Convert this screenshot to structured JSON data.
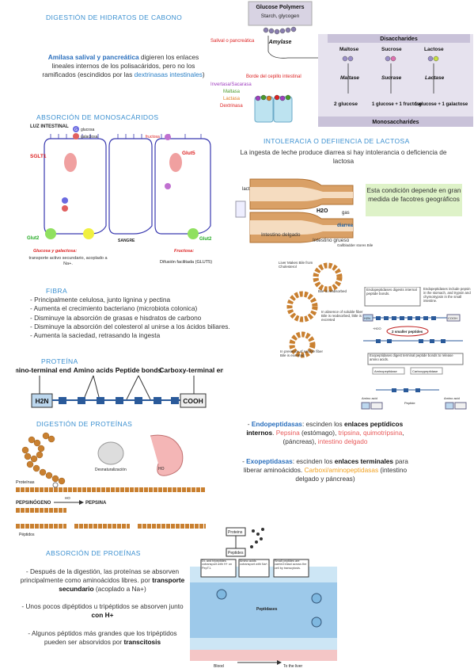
{
  "sections": {
    "digestion_hc": {
      "title": "DIGESTIÓN DE HIDRATOS DE CABONO",
      "amilasa_term": "Amilasa salival y pancreática",
      "amilasa_text": " digieren los enlaces lineales internos de los polisacáridos, pero no los ramificados (escindidos por las ",
      "dextrinasas_term": "dextrinasas intestinales",
      "closing": ")"
    },
    "absorcion_mono": {
      "title": "ABSORCIÓN DE MONOSACÁRIDOS"
    },
    "intolerancia": {
      "title": "INTOLERACIA O DEFIIENCIA DE LACTOSA",
      "text": "La ingesta de leche produce diarrea si hay intolerancia o deficiencia de lactosa",
      "callout": "Esta condición depende en gran medida de facotres geográficos"
    },
    "fibra": {
      "title": "FIBRA",
      "items": [
        "- Principalmente celulosa, junto  lignina y pectina",
        "- Aumenta el crecimiento bacteriano (microbiota colonica)",
        "- Disminuye la absorción de grasas e hisdratos de carbono",
        "- Disminuye la absorción del colesterol al unirse a los ácidos biliares.",
        "- Aumenta la saciedad, retrasando la ingesta"
      ]
    },
    "proteina": {
      "title": "PROTEÍNA"
    },
    "digestion_prot": {
      "title": "DIGESTIÓN DE PROTEÍNAS",
      "endo_term": "Endopeptidasas",
      "endo_text1": ": escinden los ",
      "endo_bold": "enlaces peptídicos internos",
      "endo_text2": ". ",
      "pepsina": "Pepsina",
      "estomago": " (estómago), ",
      "tripsina": "tripsina, quimotripsina",
      "pancreas": ", (páncreas), ",
      "intestino": "intestino delgado",
      "exo_term": "Exopeptidasas",
      "exo_text1": ": escinden los ",
      "exo_bold": "enlaces terminales",
      "exo_text2": " para liberar aminoácidos. ",
      "carboxi": "Carboxi/aminopeptidasas",
      "exo_text3": " (intestino delgado y páncreas)"
    },
    "absorcion_prot": {
      "title": "ABSORCIÓN DE PROEÍNAS",
      "p1a": "- Después de la digestión, las proteínas se absorven principalmente como aminoácidos libres. por ",
      "p1b": "transporte secundario",
      "p1c": " (acoplado a Na+)",
      "p2a": "- Unos pocos dipéptidos u tripéptidos se absorven junto ",
      "p2b": "con H+",
      "p3a": "- Algunos péptidos más grandes que los tripéptidos pueden ser absorvidos por ",
      "p3b": "transcitosis"
    }
  },
  "figures": {
    "glucose_polymers": {
      "title": "Glucose Polymers",
      "substrate": "Starch, glycogen",
      "enzyme": "Amylase",
      "salival_label": "Salival o pancreática",
      "disaccharides": "Disaccharides",
      "sugars": [
        "Maltose",
        "Sucrose",
        "Lactose"
      ],
      "enzymes": [
        "Maltase",
        "Sucrase",
        "Lactase"
      ],
      "products": [
        "2 glucose",
        "1 glucose + 1 fructose",
        "1 glucose + 1 galactose"
      ],
      "monosaccharides": "Monosaccharides",
      "borde": "Borde del cepillo intestinal",
      "invertasa": "Invertasa/Sacarasa",
      "maltasa": "Maltasa",
      "lactasa": "Lactasa",
      "dextrinasa": "Dextrinasa"
    },
    "mono_absorption": {
      "luz": "LUZ INTESTINAL",
      "glucosa": "glucosa",
      "galactosa": "galactosa",
      "fructosa": "fructosa",
      "sglt1": "SGLT1",
      "glut5": "Glut5",
      "glut2_left": "Glut2",
      "glut2_right": "Glut2",
      "sangre": "SANGRE",
      "glu_gal": "Glucosa y galactosa:",
      "transporte": "transporte activo secundario, acoplado a Na+.",
      "fructosa_t": "Fructosa:",
      "difusion": "Difusión facilitada (GLUT5)",
      "g": "G",
      "f": "F"
    },
    "lactose": {
      "lactosa": "lactosa",
      "h2o": "H2O",
      "gas": "gas",
      "diarrea": "diarrea",
      "delgado": "Intestino delgado",
      "grueso": "Intestino grueso"
    },
    "fiber_bile": {
      "gallbladder": "Gallbladder stores Bile",
      "liver": "Liver Makes Bile from Cholesterol",
      "reabsorbed": "Bile is reabsorbed",
      "absence": "In absence of soluble fiber Bile is reabsorbed, little is excreted",
      "presence": "In presence of soluble fiber Bile is excreted"
    },
    "peptidases": {
      "endo_box": "Endopeptidases digests internal peptide bonds.",
      "endo_note": "Endopeptidases include pepsin in the stomach, and trypsin and chymotrypsin in the small intestine.",
      "h2o": "+H2O",
      "smaller": "2 smaller peptides",
      "exo_box": "Exopeptidases digest terminal peptide bonds to release amino acids.",
      "amino_pep": "Aminopeptidase",
      "carboxy_pep": "Carboxypeptidase",
      "amino_acid": "Amino acid",
      "peptide": "Peptide",
      "h2n": "H2N",
      "cooh": "COOH"
    },
    "protein_chain": {
      "amino_end": "Amino-terminal end",
      "amino_acids": "Amino acids",
      "peptide_bonds": "Peptide bonds",
      "carboxy_end": "Carboxy-terminal end",
      "h2n": "H2N",
      "cooh": "COOH"
    },
    "protein_digestion": {
      "desnat": "Desnaturalización",
      "proteinas": "Proteínas",
      "pepsinogeno": "PEPSINÓGENO",
      "pepsina": "PEPSINA",
      "peptidos": "Péptidos",
      "ho": "HO"
    },
    "protein_absorption": {
      "proteins": "Proteins",
      "peptides": "Peptides",
      "box1": "Di- and tripeptides cotransport with H+ on PepT1.",
      "box2": "Amino acids cotransport with Na+.",
      "box3": "Small peptides are carried intact across the cell by transcytosis.",
      "peptidases": "Peptidases",
      "blood": "Blood",
      "liver": "To the liver"
    }
  }
}
